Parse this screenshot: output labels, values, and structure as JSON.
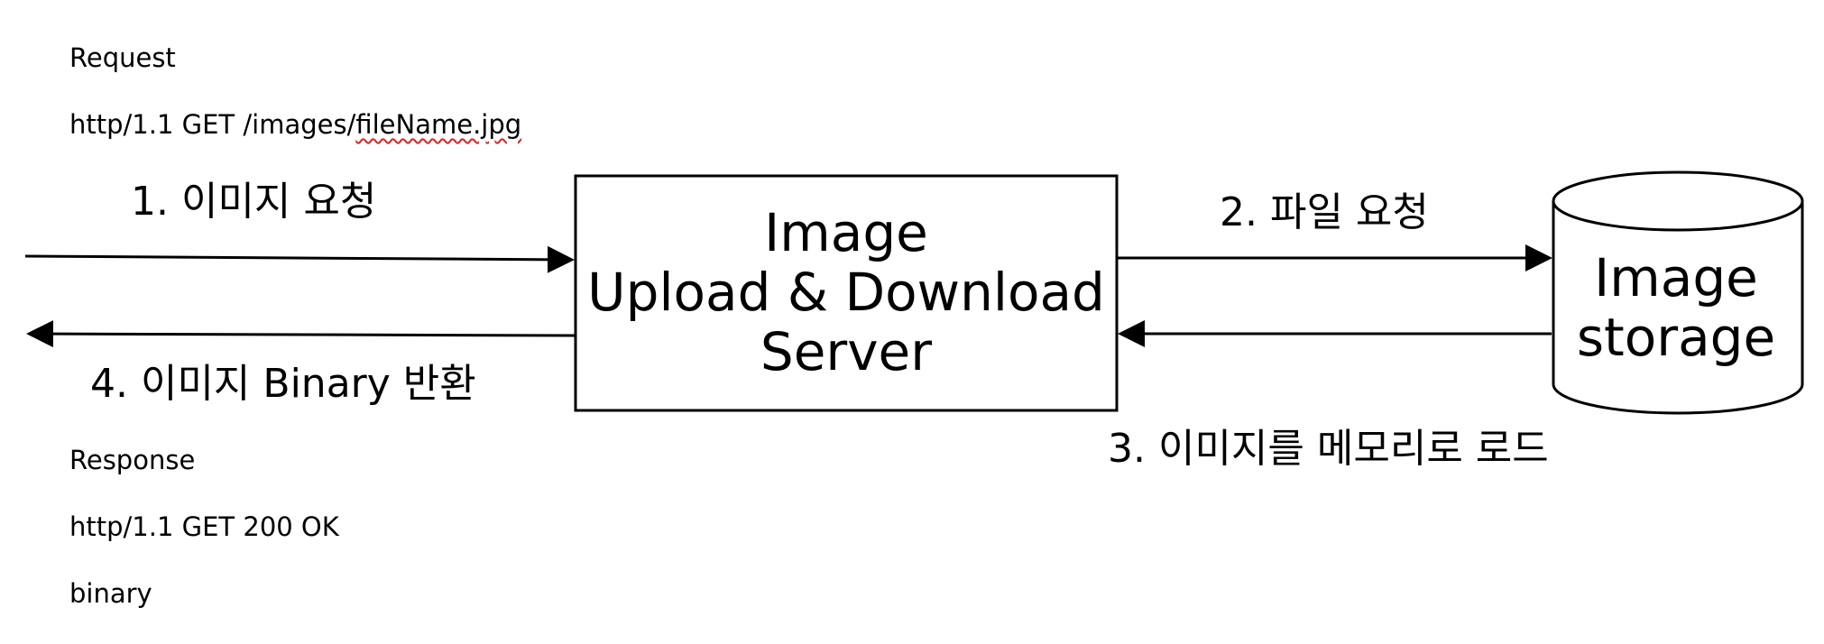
{
  "request": {
    "title": "Request",
    "line_prefix": "http/1.1 GET /images/",
    "line_filename": "fileName.jpg"
  },
  "steps": {
    "step1": "1. 이미지 요청",
    "step2": "2. 파일 요청",
    "step3": "3. 이미지를 메모리로 로드",
    "step4": "4. 이미지 Binary 반환"
  },
  "server": {
    "line1": "Image",
    "line2": "Upload & Download",
    "line3": "Server"
  },
  "storage": {
    "line1": "Image",
    "line2": "storage"
  },
  "response": {
    "title": "Response",
    "status_line": "http/1.1 GET 200 OK",
    "body": "binary"
  }
}
